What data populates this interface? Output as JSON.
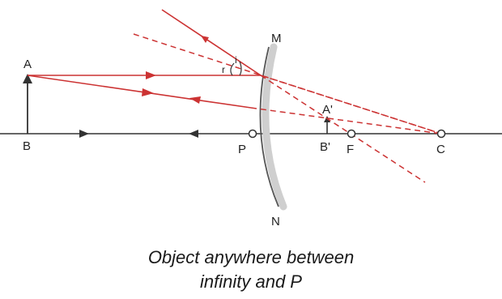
{
  "labels": {
    "A": "A",
    "B": "B",
    "A_prime": "A'",
    "B_prime": "B'",
    "M": "M",
    "N": "N",
    "P": "P",
    "F": "F",
    "C": "C",
    "i": "i",
    "r": "r"
  },
  "caption": {
    "line1": "Object anywhere between",
    "line2": "infinity and P"
  },
  "colors": {
    "ray": "#cc3333",
    "axis": "#333333",
    "mirror_back": "#c8c8c8",
    "mirror_front": "#555555"
  }
}
